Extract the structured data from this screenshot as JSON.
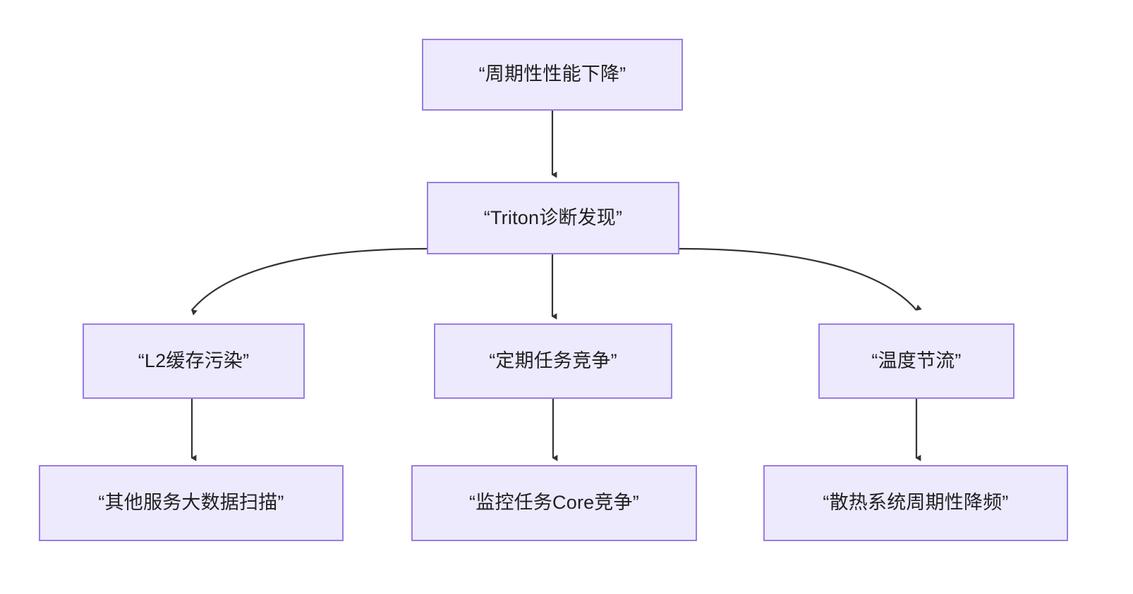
{
  "diagram": {
    "type": "flowchart",
    "direction": "top-down",
    "background_color": "#ffffff",
    "node_fill_color": "#ECEAFC",
    "node_border_color": "#9B7CE0",
    "edge_color": "#333333",
    "text_color": "#1f1f22",
    "nodes": [
      {
        "id": "root",
        "label": "“周期性性能下降”",
        "row": 1,
        "column": "center"
      },
      {
        "id": "diagnosis",
        "label": "“Triton诊断发现”",
        "row": 2,
        "column": "center"
      },
      {
        "id": "l2",
        "label": "“L2缓存污染”",
        "row": 3,
        "column": "left"
      },
      {
        "id": "periodic",
        "label": "“定期任务竞争”",
        "row": 3,
        "column": "center"
      },
      {
        "id": "thermal",
        "label": "“温度节流”",
        "row": 3,
        "column": "right"
      },
      {
        "id": "bigdata",
        "label": "“其他服务大数据扫描”",
        "row": 4,
        "column": "left"
      },
      {
        "id": "corecontend",
        "label": "“监控任务Core竞争”",
        "row": 4,
        "column": "center"
      },
      {
        "id": "downclock",
        "label": "“散热系统周期性降频”",
        "row": 4,
        "column": "right"
      }
    ],
    "edges": [
      {
        "from": "root",
        "to": "diagnosis",
        "shape": "straight",
        "arrow": "arrowhead-down"
      },
      {
        "from": "diagnosis",
        "to": "l2",
        "shape": "curve",
        "arrow": "arrowhead-down"
      },
      {
        "from": "diagnosis",
        "to": "periodic",
        "shape": "straight",
        "arrow": "arrowhead-down"
      },
      {
        "from": "diagnosis",
        "to": "thermal",
        "shape": "curve",
        "arrow": "arrowhead-down"
      },
      {
        "from": "l2",
        "to": "bigdata",
        "shape": "straight",
        "arrow": "arrowhead-down"
      },
      {
        "from": "periodic",
        "to": "corecontend",
        "shape": "straight",
        "arrow": "arrowhead-down"
      },
      {
        "from": "thermal",
        "to": "downclock",
        "shape": "straight",
        "arrow": "arrowhead-down"
      }
    ]
  }
}
